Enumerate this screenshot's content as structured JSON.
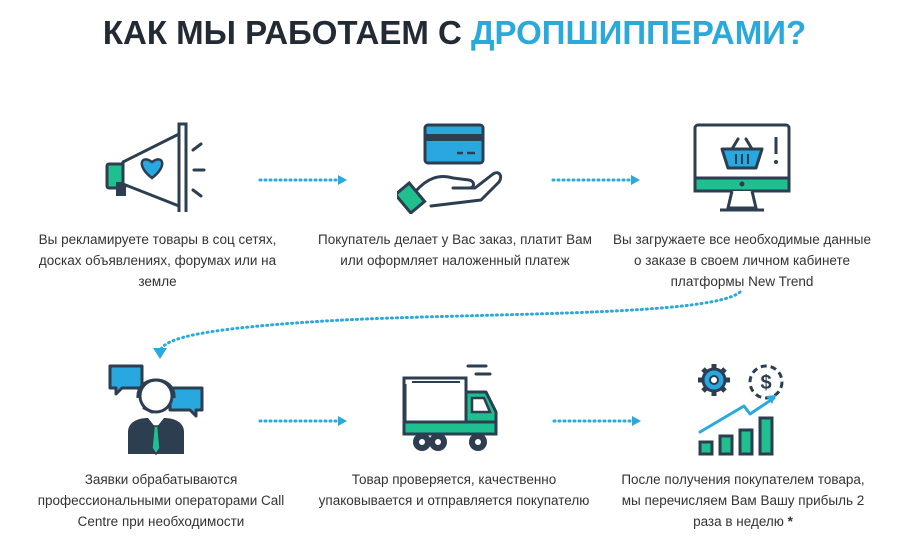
{
  "title": {
    "main": "КАК МЫ РАБОТАЕМ С ",
    "accent": "ДРОПШИППЕРАМИ?"
  },
  "steps": [
    {
      "icon": "megaphone-heart-icon",
      "text": "Вы рекламируете товары в соц сетях, досках объявлениях, форумах или на земле"
    },
    {
      "icon": "card-in-hand-icon",
      "text": "Покупатель делает у Вас заказ, платит Вам или оформляет наложенный платеж"
    },
    {
      "icon": "monitor-basket-icon",
      "text": "Вы загружаете все необходимые данные о заказе в своем личном кабинете платформы New Trend"
    },
    {
      "icon": "call-operator-icon",
      "text": "Заявки обрабатываются профессиональными операторами Call Centre при необходимости"
    },
    {
      "icon": "delivery-truck-icon",
      "text": "Товар проверяется, качественно упаковывается и отправляется покупателю"
    },
    {
      "icon": "profit-growth-icon",
      "text": "После получения покупателем товара, мы перечисляем Вам Вашу прибыль 2 раза в неделю"
    }
  ],
  "footnote_mark": "*",
  "colors": {
    "dark": "#2c3e50",
    "green": "#1fbf8f",
    "blue": "#2aa9dd",
    "heart": "#29a8e0"
  }
}
